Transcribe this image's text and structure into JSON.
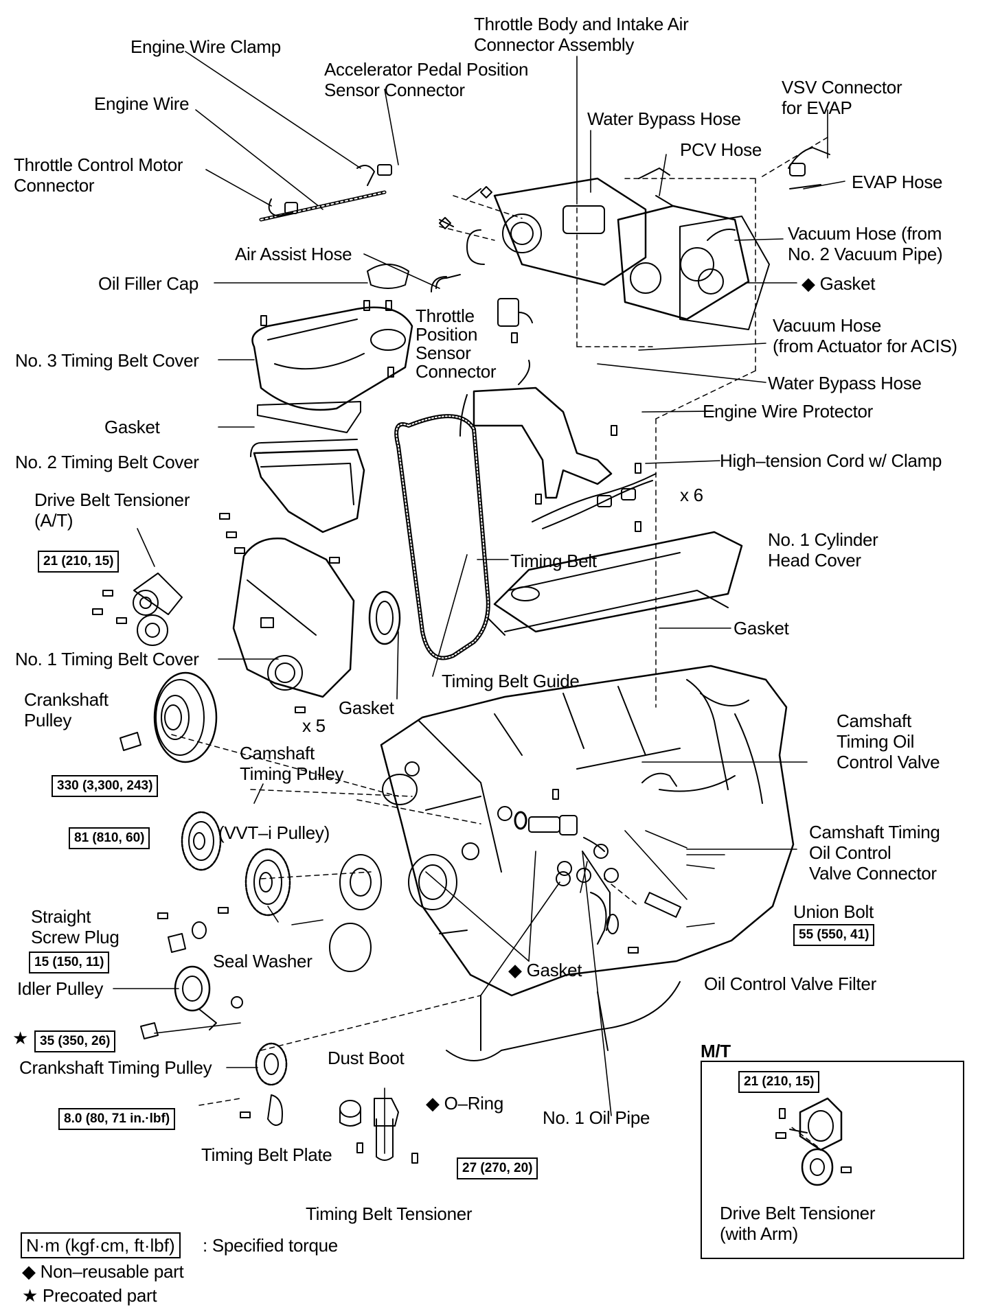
{
  "labels": {
    "throttle_body": [
      "Throttle Body and Intake Air",
      "Connector Assembly"
    ],
    "engine_wire_clamp": "Engine Wire Clamp",
    "accel_sensor": [
      "Accelerator  Pedal  Position",
      "Sensor Connector"
    ],
    "vsv_connector": [
      "VSV Connector",
      "for EVAP"
    ],
    "engine_wire": "Engine Wire",
    "water_bypass_top": "Water Bypass Hose",
    "pcv_hose": "PCV Hose",
    "throttle_motor": [
      "Throttle Control Motor",
      "Connector"
    ],
    "evap_hose": "EVAP Hose",
    "vacuum_hose_2": [
      "Vacuum  Hose  (from",
      "No. 2 Vacuum Pipe)"
    ],
    "air_assist": "Air Assist Hose",
    "oil_filler": "Oil Filler Cap",
    "gasket_top": "◆ Gasket",
    "tps_connector": [
      "Throttle",
      "Position",
      "Sensor",
      "Connector"
    ],
    "vacuum_hose_acis": [
      "Vacuum Hose",
      "(from Actuator for ACIS)"
    ],
    "no3_cover": "No. 3 Timing Belt Cover",
    "water_bypass_lower": "Water Bypass Hose",
    "engine_wire_protector": "Engine Wire Protector",
    "gasket_cover": "Gasket",
    "no2_cover": "No. 2 Timing Belt Cover",
    "high_tension": "High–tension Cord w/ Clamp",
    "drive_tensioner_at": [
      "Drive Belt Tensioner",
      "(A/T)"
    ],
    "x6": "x 6",
    "no1_head_cover": [
      "No. 1 Cylinder",
      "Head Cover"
    ],
    "timing_belt": "Timing Belt",
    "gasket_head": "Gasket",
    "no1_cover": "No. 1 Timing Belt Cover",
    "timing_belt_guide": "Timing Belt Guide",
    "crank_pulley": [
      "Crankshaft",
      "Pulley"
    ],
    "gasket_lower": "Gasket",
    "x5": "x 5",
    "cam_ocv": [
      "Camshaft",
      "Timing Oil",
      "Control Valve"
    ],
    "cam_pulley": [
      "Camshaft",
      "Timing Pulley"
    ],
    "vvti_pulley": "(VVT–i Pulley)",
    "cam_ocv_connector": [
      "Camshaft Timing",
      "Oil Control",
      "Valve Connector"
    ],
    "straight_plug": [
      "Straight",
      "Screw Plug"
    ],
    "union_bolt": "Union Bolt",
    "seal_washer": "Seal Washer",
    "gasket_ocv": "◆ Gasket",
    "ocv_filter": "Oil Control Valve Filter",
    "idler_pulley": "Idler Pulley",
    "mt": "M/T",
    "crank_timing_pulley": "Crankshaft Timing Pulley",
    "dust_boot": "Dust Boot",
    "o_ring": "◆ O–Ring",
    "no1_oil_pipe": "No. 1 Oil Pipe",
    "timing_belt_plate": "Timing Belt Plate",
    "timing_belt_tensioner": "Timing Belt Tensioner",
    "drive_tensioner_arm": [
      "Drive Belt Tensioner",
      "(with Arm)"
    ]
  },
  "torques": {
    "t_drive_at": "21 (210, 15)",
    "t_crank": "330 (3,300, 243)",
    "t_cam": "81 (810, 60)",
    "t_plug": "15 (150, 11)",
    "t_union": "55 (550, 41)",
    "t_idler": "35 (350, 26)",
    "t_mt": "21 (210, 15)",
    "t_plate": "8.0 (80, 71 in.·lbf)",
    "t_tensioner": "27 (270, 20)"
  },
  "legend": {
    "unit": "N·m (kgf·cm, ft·lbf)",
    "unit_desc": ": Specified torque",
    "non_reusable": "◆ Non–reusable part",
    "precoated": "★ Precoated part",
    "star": "★"
  }
}
